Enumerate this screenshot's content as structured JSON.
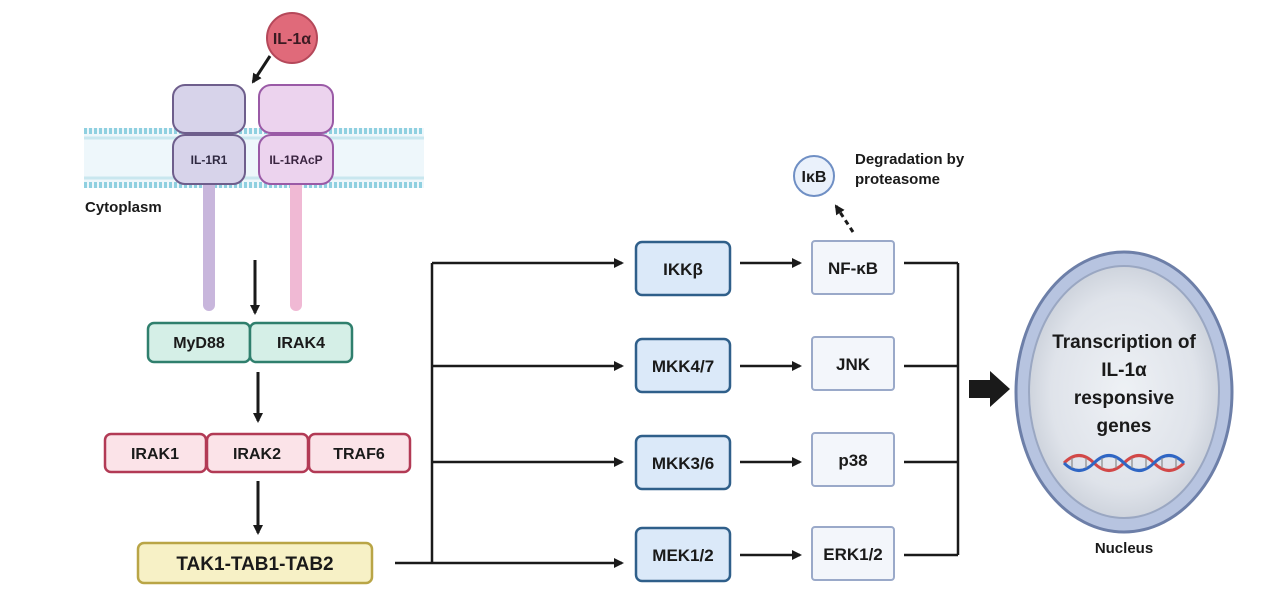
{
  "ligand": {
    "label": "IL-1α"
  },
  "receptors": [
    {
      "label": "IL-1R1"
    },
    {
      "label": "IL-1RAcP"
    }
  ],
  "cytoplasm_label": "Cytoplasm",
  "adaptor_row": [
    "MyD88",
    "IRAK4"
  ],
  "kinase_row": [
    "IRAK1",
    "IRAK2",
    "TRAF6"
  ],
  "tak_complex": "TAK1-TAB1-TAB2",
  "mapkk": [
    "IKKβ",
    "MKK4/7",
    "MKK3/6",
    "MEK1/2"
  ],
  "targets": [
    "NF-κB",
    "JNK",
    "p38",
    "ERK1/2"
  ],
  "ikb": {
    "label": "IκB",
    "note_line1": "Degradation by",
    "note_line2": "proteasome"
  },
  "nucleus": {
    "label": "Nucleus",
    "text_lines": [
      "Transcription of",
      "IL-1α",
      "responsive",
      "genes"
    ]
  },
  "colors": {
    "ligand": "#e06a7a",
    "r1": "#d7d3ea",
    "racp": "#ecd3ee",
    "adaptor": "#d5efe7",
    "kinase": "#fbe3e8",
    "tak": "#f7f1c6",
    "mapkk": "#dbe9f9",
    "target": "#f3f6fb"
  }
}
